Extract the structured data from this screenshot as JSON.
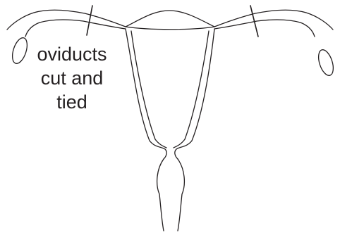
{
  "label": {
    "lines": [
      "oviducts",
      "cut and",
      "tied"
    ]
  },
  "colors": {
    "stroke": "#231f20",
    "background": "#ffffff"
  }
}
